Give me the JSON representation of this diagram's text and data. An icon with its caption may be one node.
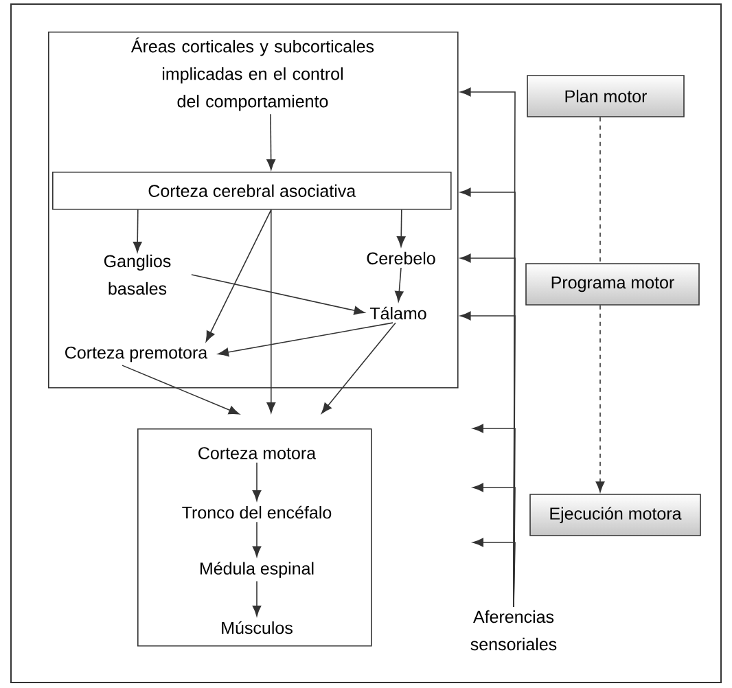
{
  "diagram": {
    "nodes": [
      {
        "text": [],
        "shape": "box"
      },
      {
        "text": [
          "Áreas corticales y subcorticales implicadas en el control del comportamiento"
        ],
        "in": 0
      },
      {
        "text": [
          "Corteza cerebral asociativa"
        ],
        "in": 0
      },
      {
        "text": [
          "Ganglios basales"
        ],
        "in": 0
      },
      {
        "text": [
          "Cerebelo"
        ],
        "in": 0
      },
      {
        "text": [
          "Tálamo"
        ],
        "in": 0
      },
      {
        "text": [
          "Corteza premotora"
        ],
        "in": 0
      },
      {
        "text": [],
        "shape": "box"
      },
      {
        "text": [
          "Corteza motora"
        ],
        "in": 7
      },
      {
        "text": [
          "Tronco del encéfalo"
        ],
        "in": 7
      },
      {
        "text": [
          "Médula espinal"
        ],
        "in": 7
      },
      {
        "text": [
          "Músculos"
        ],
        "in": 7
      },
      {
        "text": [
          "Plan motor"
        ]
      },
      {
        "text": [
          "Programa motor"
        ]
      },
      {
        "text": [
          "Ejecución motora"
        ]
      },
      {
        "text": [
          "Aferencias sensoriales"
        ]
      }
    ],
    "edges": [
      {
        "from": 1,
        "to": 2,
        "arrow": "to"
      },
      {
        "from": 2,
        "to": 3,
        "arrow": "to"
      },
      {
        "from": 2,
        "to": 4,
        "arrow": "to"
      },
      {
        "from": 2,
        "to": 6,
        "arrow": "to"
      },
      {
        "from": 2,
        "to": 7,
        "arrow": "to"
      },
      {
        "from": 3,
        "to": 5,
        "arrow": "to"
      },
      {
        "from": 4,
        "to": 5,
        "arrow": "to"
      },
      {
        "from": 5,
        "to": 6,
        "arrow": "to"
      },
      {
        "from": 5,
        "to": 7,
        "arrow": "to"
      },
      {
        "from": 6,
        "to": 7,
        "arrow": "to"
      },
      {
        "from": 8,
        "to": 9,
        "arrow": "to"
      },
      {
        "from": 9,
        "to": 10,
        "arrow": "to"
      },
      {
        "from": 10,
        "to": 11,
        "arrow": "to"
      },
      {
        "from": 12,
        "to": 13,
        "arrow": "none",
        "style": "dashed"
      },
      {
        "from": 13,
        "to": 14,
        "arrow": "to",
        "style": "dashed"
      },
      {
        "from": 15,
        "to": 0,
        "arrow": "to"
      },
      {
        "from": 15,
        "to": 0,
        "arrow": "to"
      },
      {
        "from": 15,
        "to": 0,
        "arrow": "to"
      },
      {
        "from": 15,
        "to": 0,
        "arrow": "to"
      },
      {
        "from": 15,
        "to": null,
        "arrow": "to"
      },
      {
        "from": 15,
        "to": null,
        "arrow": "to"
      },
      {
        "from": 15,
        "to": null,
        "arrow": "to"
      }
    ]
  }
}
